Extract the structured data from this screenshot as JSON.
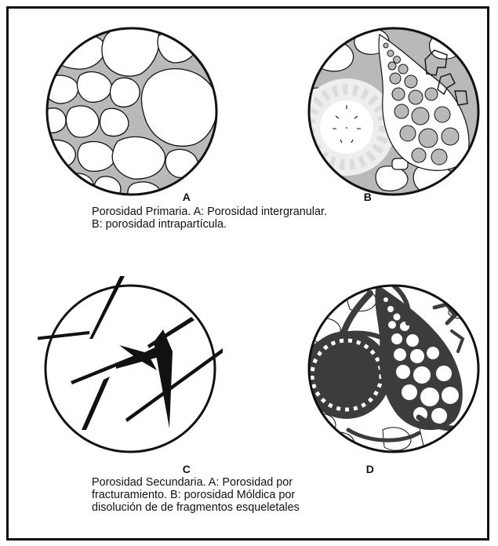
{
  "labels": {
    "a": "A",
    "b": "B",
    "c": "C",
    "d": "D"
  },
  "captions": {
    "primary": {
      "line1": "Porosidad Primaria. A: Porosidad intergranular.",
      "line2": "B: porosidad intrapartícula."
    },
    "secondary": {
      "line1": "Porosidad Secundaria. A: Porosidad por",
      "line2": "fracturamiento. B: porosidad Móldica por",
      "line3": "disolución de de fragmentos esqueletales"
    }
  },
  "colors": {
    "pore_gray": "#b9b9b9",
    "outline": "#111111",
    "dark_fill": "#3c3c3c"
  }
}
